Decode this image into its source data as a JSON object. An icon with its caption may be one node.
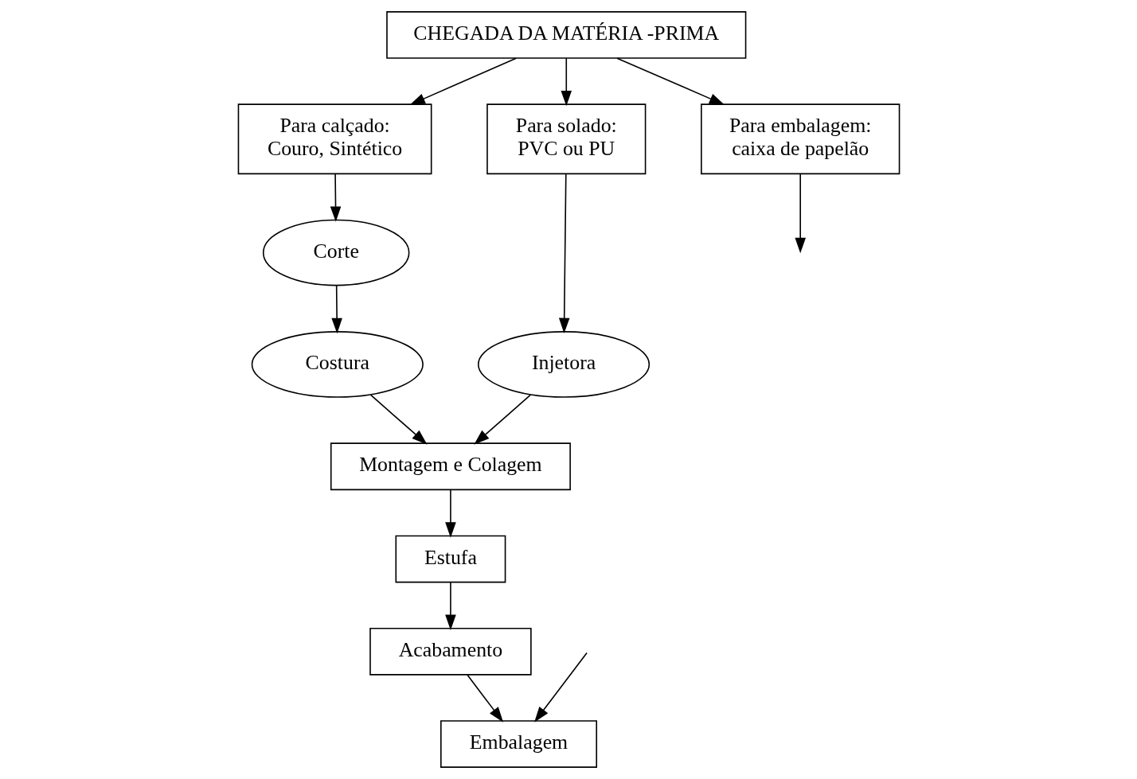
{
  "diagram": {
    "nodes": [
      {
        "text": [
          "CHEGADA DA MATÉRIA -PRIMA"
        ]
      },
      {
        "text": [
          "Para calçado:",
          "Couro, Sintético"
        ]
      },
      {
        "text": [
          "Para solado:",
          "PVC ou PU"
        ]
      },
      {
        "text": [
          "Para embalagem:",
          "caixa de papelão"
        ]
      },
      {
        "text": [
          "Corte"
        ]
      },
      {
        "text": [
          "Costura"
        ]
      },
      {
        "text": [
          "Injetora"
        ]
      },
      {
        "text": [
          "Montagem e Colagem"
        ]
      },
      {
        "text": [
          "Estufa"
        ]
      },
      {
        "text": [
          "Acabamento"
        ]
      },
      {
        "text": [
          "Embalagem"
        ]
      }
    ],
    "edges": [
      {
        "from": 0,
        "to": 1,
        "arrow": "to"
      },
      {
        "from": 0,
        "to": 2,
        "arrow": "to"
      },
      {
        "from": 0,
        "to": 3,
        "arrow": "to"
      },
      {
        "from": 1,
        "to": 4,
        "arrow": "to"
      },
      {
        "from": 4,
        "to": 5,
        "arrow": "to"
      },
      {
        "from": 2,
        "to": 6,
        "arrow": "to"
      },
      {
        "from": 6,
        "to": 7,
        "arrow": "to"
      },
      {
        "from": 5,
        "to": 7,
        "arrow": "to"
      },
      {
        "from": 7,
        "to": 8,
        "arrow": "to"
      },
      {
        "from": 8,
        "to": 9,
        "arrow": "to"
      },
      {
        "from": 9,
        "to": 10,
        "arrow": "to"
      },
      {
        "from": 3,
        "to": null,
        "arrow": "to"
      },
      {
        "from": null,
        "to": 10,
        "arrow": "to"
      }
    ]
  }
}
